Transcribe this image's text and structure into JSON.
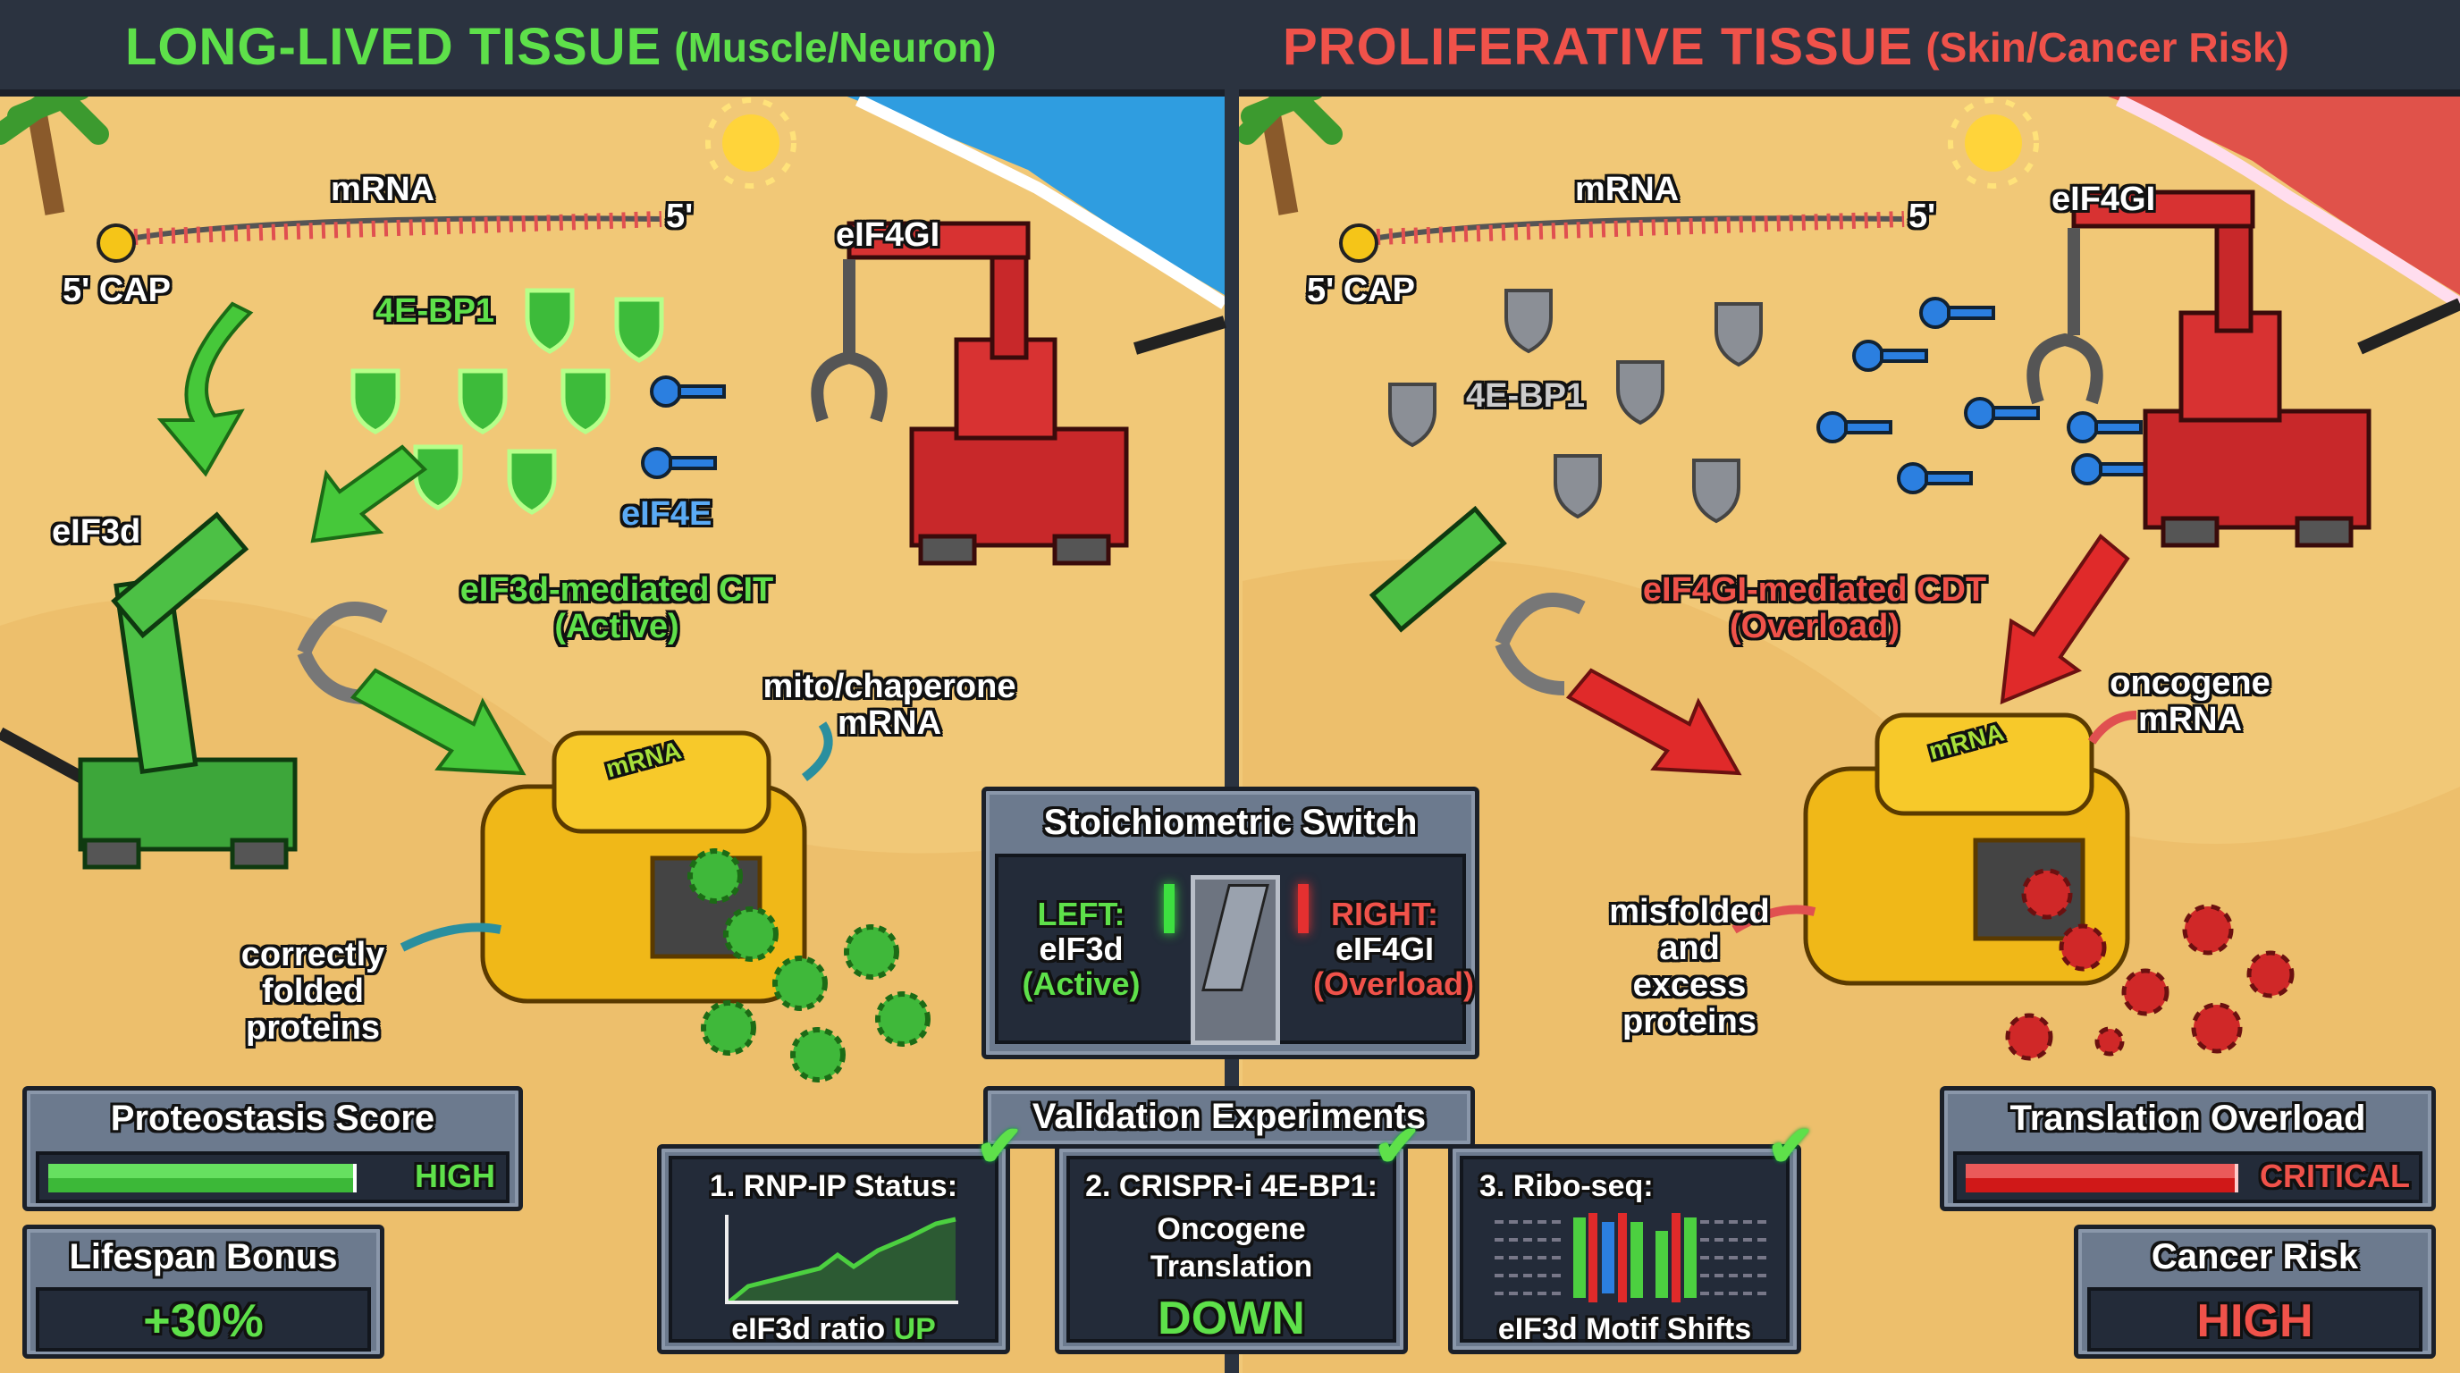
{
  "header": {
    "left": {
      "title": "LONG-LIVED TISSUE",
      "subtitle": "(Muscle/Neuron)",
      "color": "#5ee04a"
    },
    "right": {
      "title": "PROLIFERATIVE TISSUE",
      "subtitle": "(Skin/Cancer Risk)",
      "color": "#f0524a"
    }
  },
  "left_scene": {
    "mrna": "mRNA",
    "cap": "5' CAP",
    "five_prime": "5'",
    "bp1": "4E-BP1",
    "eif4e": "eIF4E",
    "eif4gi": "eIF4GI",
    "eif3d": "eIF3d",
    "mechanism_line1": "eIF3d-mediated CIT",
    "mechanism_line2": "(Active)",
    "target_line1": "mito/chaperone",
    "target_line2": "mRNA",
    "output_line1": "correctly",
    "output_line2": "folded",
    "output_line3": "proteins",
    "machine_label": "mRNA"
  },
  "right_scene": {
    "mrna": "mRNA",
    "cap": "5' CAP",
    "five_prime": "5'",
    "bp1": "4E-BP1",
    "eif4gi": "eIF4GI",
    "mechanism_line1": "eIF4GI-mediated CDT",
    "mechanism_line2": "(Overload)",
    "target_line1": "oncogene",
    "target_line2": "mRNA",
    "output_line1": "misfolded",
    "output_line2": "and",
    "output_line3": "excess",
    "output_line4": "proteins",
    "machine_label": "mRNA"
  },
  "switch": {
    "title": "Stoichiometric Switch",
    "left_label": "LEFT:",
    "left_factor": "eIF3d",
    "left_state": "(Active)",
    "right_label": "RIGHT:",
    "right_factor": "eIF4GI",
    "right_state": "(Overload)",
    "position": "right"
  },
  "validation": {
    "title": "Validation Experiments",
    "cards": [
      {
        "title": "1. RNP-IP Status:",
        "caption": "eIF3d ratio",
        "result": "UP",
        "status": "check-icon"
      },
      {
        "title": "2. CRISPR-i 4E-BP1:",
        "line1": "Oncogene",
        "line2": "Translation",
        "result": "DOWN",
        "status": "check-icon"
      },
      {
        "title": "3. Ribo-seq:",
        "caption": "eIF3d Motif Shifts",
        "status": "check-icon"
      }
    ]
  },
  "left_hud": {
    "proteostasis": {
      "title": "Proteostasis Score",
      "level": "HIGH",
      "fill_percent": 100,
      "color": "#4cd040"
    },
    "lifespan": {
      "title": "Lifespan Bonus",
      "value": "+30%"
    }
  },
  "right_hud": {
    "overload": {
      "title": "Translation Overload",
      "level": "CRITICAL",
      "fill_percent": 100,
      "color": "#e02020"
    },
    "cancer": {
      "title": "Cancer Risk",
      "value": "HIGH"
    }
  }
}
